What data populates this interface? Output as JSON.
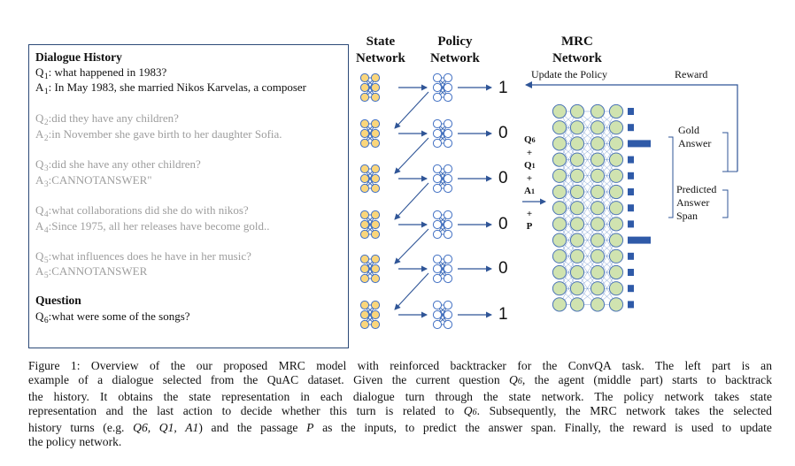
{
  "dialogue": {
    "history_title": "Dialogue History",
    "turns": [
      {
        "q_label": "Q",
        "q_sub": "1",
        "q_text": ": what happened  in 1983?",
        "a_label": "A",
        "a_sub": "1",
        "a_text": ": In May 1983, she married  Nikos Karvelas, a composer"
      },
      {
        "q_label": "Q",
        "q_sub": "2",
        "q_text": ":did they have any children?",
        "a_label": "A",
        "a_sub": "2",
        "a_text": ":in November she gave birth to her daughter Sofia."
      },
      {
        "q_label": "Q",
        "q_sub": "3",
        "q_text": ":did she have any other children?",
        "a_label": "A",
        "a_sub": "3",
        "a_text": ":CANNOTANSWER\""
      },
      {
        "q_label": "Q",
        "q_sub": "4",
        "q_text": ":what collaborations  did she do with nikos?",
        "a_label": "A",
        "a_sub": "4",
        "a_text": ":Since 1975, all her releases have become gold.."
      },
      {
        "q_label": "Q",
        "q_sub": "5",
        "q_text": ":what influences  does he have in her music?",
        "a_label": "A",
        "a_sub": "5",
        "a_text": ":CANNOTANSWER"
      }
    ],
    "question_title": "Question",
    "question": {
      "label": "Q",
      "sub": "6",
      "text": ":what were some of the songs?"
    }
  },
  "columns": {
    "state": [
      "State",
      "Network"
    ],
    "policy": [
      "Policy",
      "Network"
    ],
    "mrc": [
      "MRC",
      "Network"
    ]
  },
  "actions": [
    "1",
    "0",
    "0",
    "0",
    "0",
    "1"
  ],
  "labels": {
    "update_policy": "Update the Policy",
    "reward": "Reward",
    "gold": [
      "Gold",
      "Answer"
    ],
    "predicted": [
      "Predicted",
      "Answer",
      "Span"
    ]
  },
  "input_stack": {
    "q6": "Q",
    "q6_sub": "6",
    "plus": "+",
    "q1": "Q",
    "q1_sub": "1",
    "a1": "A",
    "a1_sub": "1",
    "p": "P"
  },
  "caption": {
    "l1": "Figure 1: Overview of the our proposed MRC model with reinforced backtracker for the ConvQA task. The left part is an",
    "l2a": "example of a dialogue selected from the QuAC dataset. Given the current question ",
    "l2b": ", the agent (middle part) starts to backtrack",
    "l3": "the history. It obtains the state representation in each dialogue turn through the state network. The policy network takes state",
    "l4a": "representation and the last action to decide whether this turn is related to ",
    "l4b": ". Subsequently, the MRC network takes the selected",
    "l5a": "history turns (e.g. ",
    "l5b": ") and the passage ",
    "l5c": " as the inputs, to predict the answer span. Finally, the reward is used to update",
    "l6": "the policy network.",
    "m_q6": "Q",
    "m_q6_sub": "6",
    "m_list": "Q6, Q1, A1",
    "m_p": "P"
  }
}
